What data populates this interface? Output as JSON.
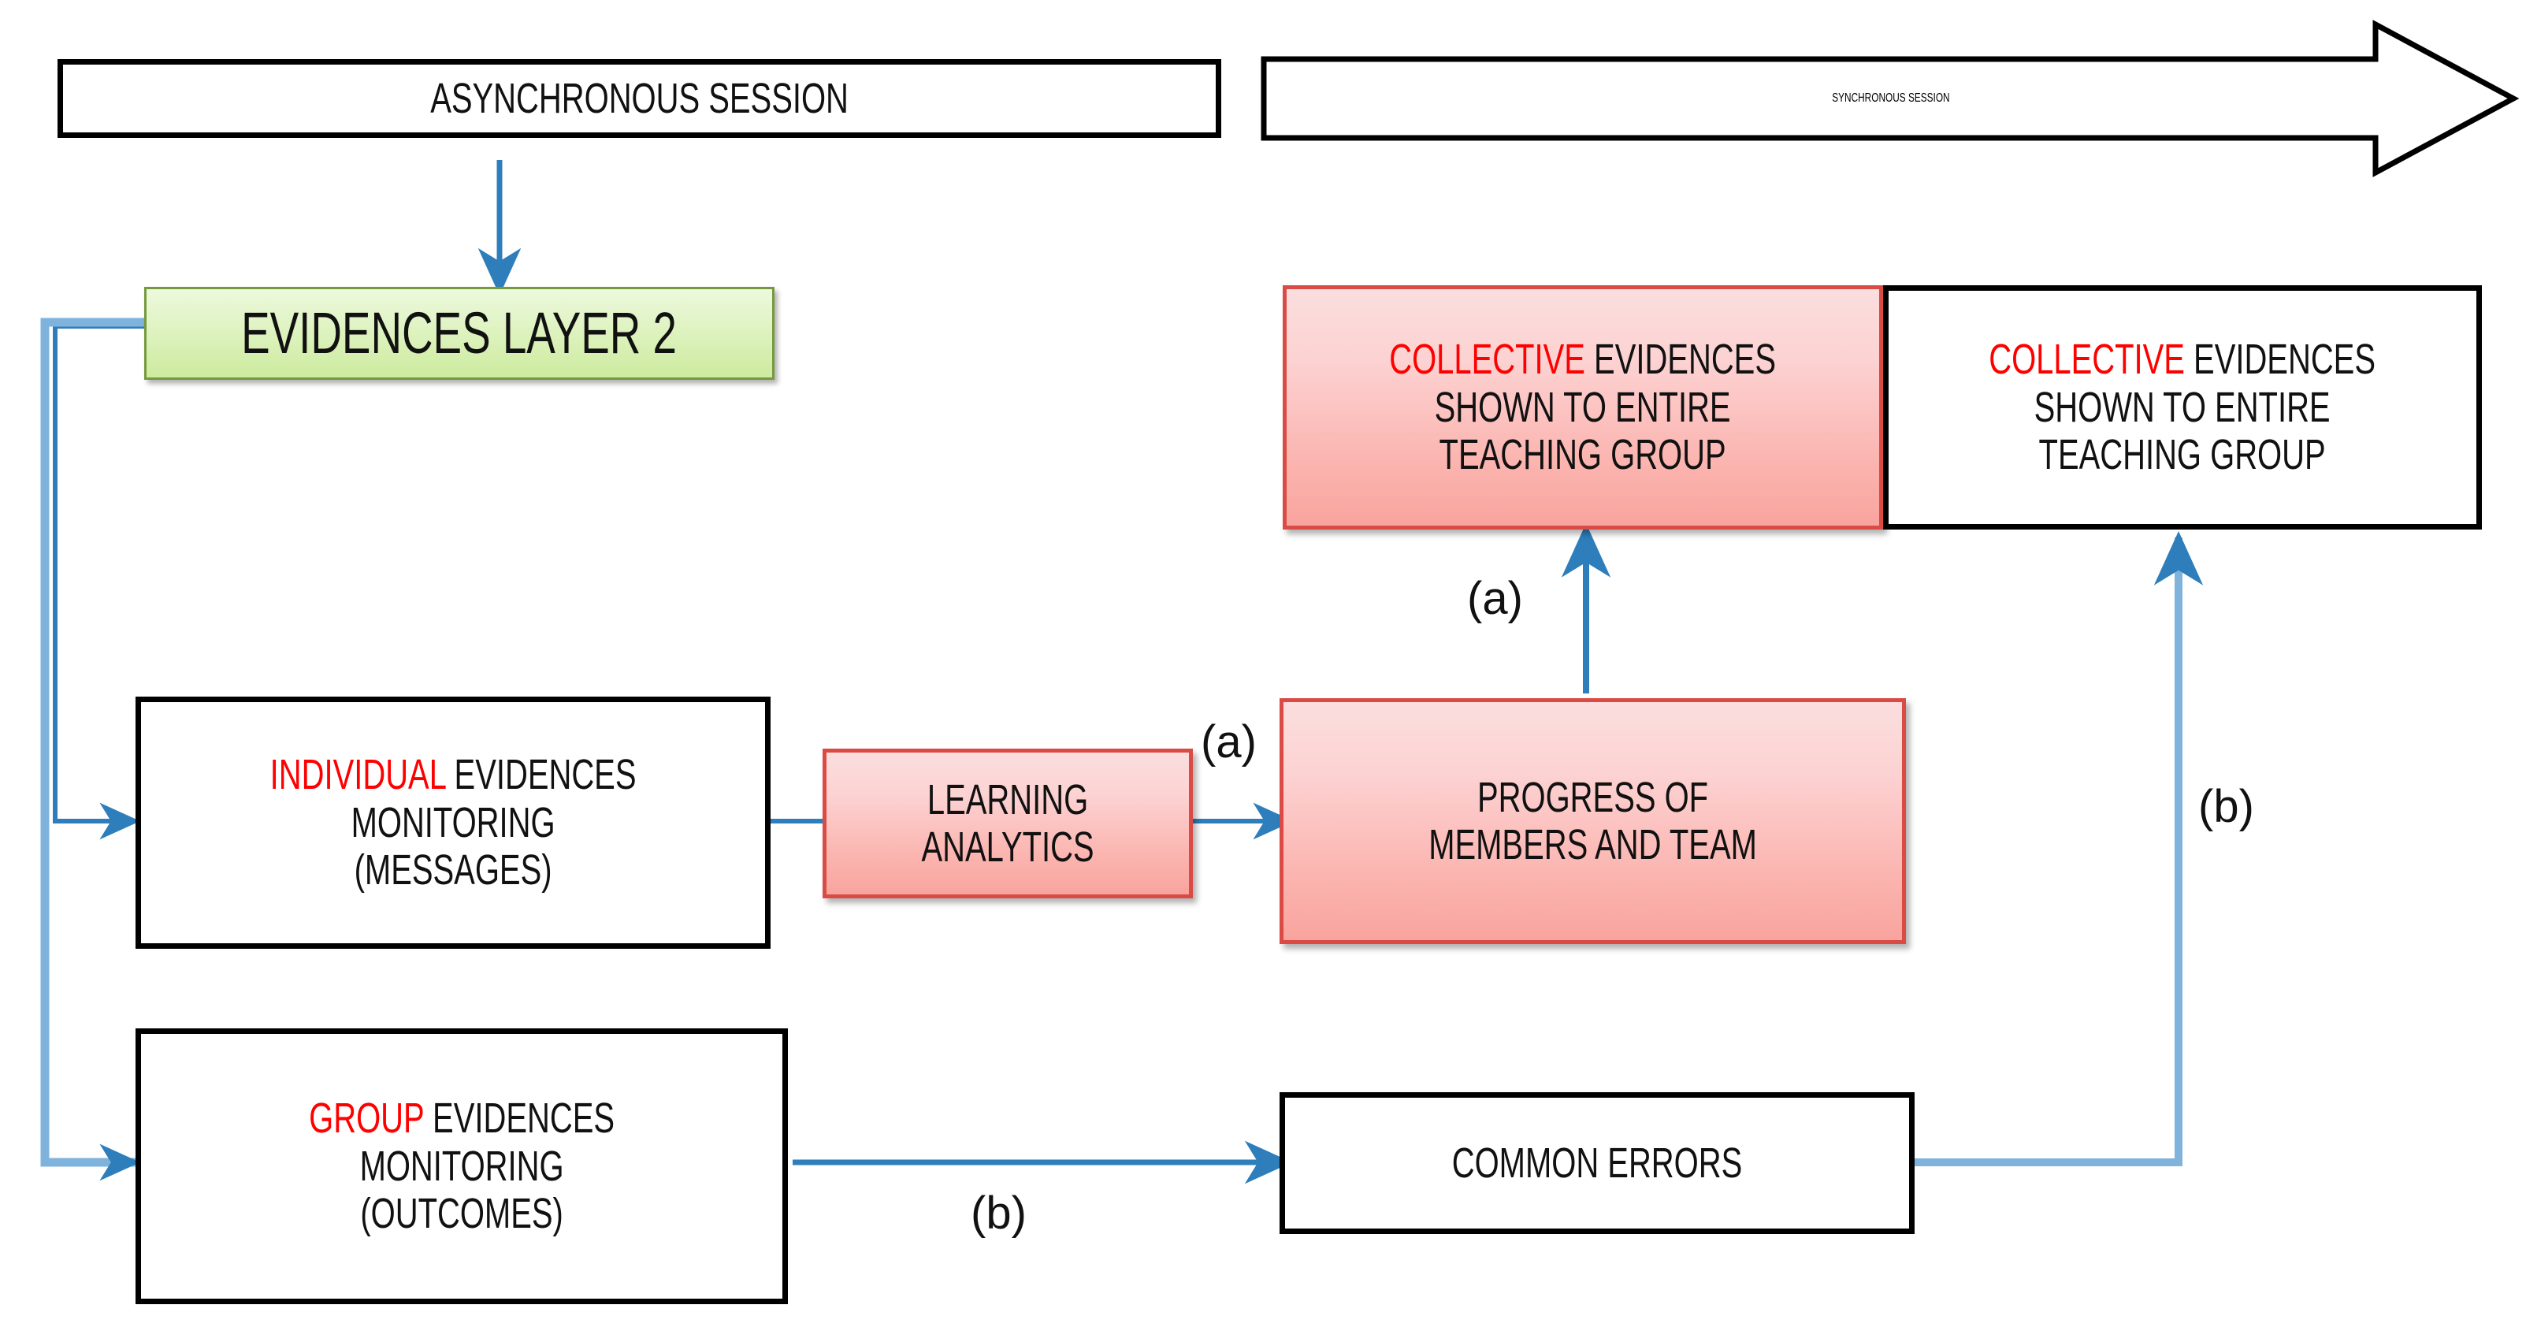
{
  "diagram": {
    "title_implicit": "Evidences Layer 2 monitoring flow",
    "headers": [
      {
        "id": "async",
        "label": "ASYNCHRONOUS SESSION",
        "shape": "rectangle"
      },
      {
        "id": "sync",
        "label": "SYNCHRONOUS SESSION",
        "shape": "right-arrow"
      }
    ],
    "nodes": {
      "evidences_layer": {
        "label": "EVIDENCES LAYER 2",
        "style": "green-gradient"
      },
      "individual": {
        "line1_emphasis": "INDIVIDUAL",
        "line1_rest": " EVIDENCES",
        "line2": "MONITORING",
        "line3": "(MESSAGES)",
        "style": "white-black-border"
      },
      "group": {
        "line1_emphasis": "GROUP",
        "line1_rest": " EVIDENCES",
        "line2": "MONITORING",
        "line3": "(OUTCOMES)",
        "style": "white-black-border"
      },
      "learning_analytics": {
        "line1": "LEARNING",
        "line2": "ANALYTICS",
        "style": "red-gradient"
      },
      "progress": {
        "line1": "PROGRESS OF",
        "line2": "MEMBERS AND TEAM",
        "style": "red-gradient"
      },
      "common_errors": {
        "label": "COMMON ERRORS",
        "style": "white-black-border"
      },
      "collective_red": {
        "line1_emphasis": "COLLECTIVE",
        "line1_rest": " EVIDENCES",
        "line2": "SHOWN TO ENTIRE",
        "line3": "TEACHING GROUP",
        "style": "red-gradient"
      },
      "collective_white": {
        "line1_emphasis": "COLLECTIVE",
        "line1_rest": " EVIDENCES",
        "line2": "SHOWN TO ENTIRE",
        "line3": "TEACHING GROUP",
        "style": "white-black-border"
      }
    },
    "flow_labels": {
      "a_mid": "(a)",
      "a_up": "(a)",
      "b_bottom": "(b)",
      "b_right": "(b)"
    },
    "colors": {
      "accent_blue": "#2E7EBB",
      "accent_blue_light": "#7FB3DC",
      "emphasis_red": "#FF0000",
      "box_red_border": "#D94B44",
      "box_green_border": "#76993E",
      "outline_black": "#000000"
    }
  }
}
